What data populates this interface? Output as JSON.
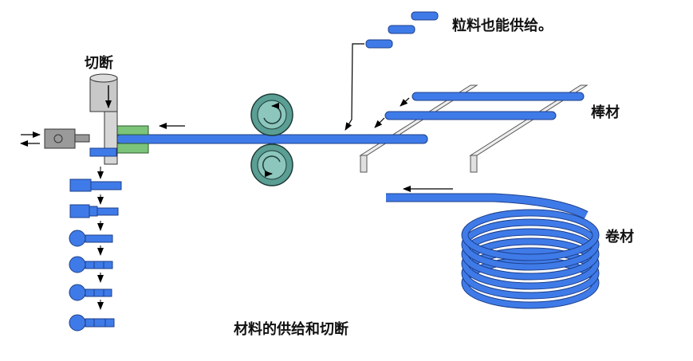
{
  "labels": {
    "cut": "切断",
    "granular_supply": "粒料也能供给。",
    "bar_stock": "棒材",
    "coil_stock": "卷材",
    "caption": "材料的供给和切断"
  },
  "colors": {
    "stock_blue": "#3f7be8",
    "stock_blue_dark": "#1d3f8a",
    "roller_teal": "#5a9e94",
    "guide_green": "#7cc47a",
    "rail_gray": "#f0f0f0",
    "cutter_gray": "#c8c8c8"
  }
}
